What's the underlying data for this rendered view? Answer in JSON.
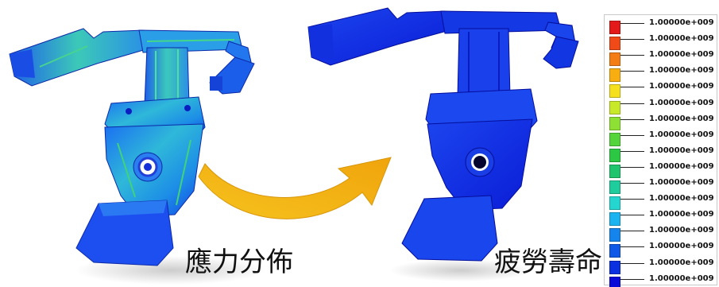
{
  "captions": {
    "stress": "應力分佈",
    "fatigue": "疲勞壽命"
  },
  "legend": {
    "labels": [
      "1.00000e+009",
      "1.00000e+009",
      "1.00000e+009",
      "1.00000e+009",
      "1.00000e+009",
      "1.00000e+009",
      "1.00000e+009",
      "1.00000e+009",
      "1.00000e+009",
      "1.00000e+009",
      "1.00000e+009",
      "1.00000e+009",
      "1.00000e+009",
      "1.00000e+009",
      "1.00000e+009",
      "1.00000e+009",
      "1.00000e+009"
    ],
    "colors": [
      "#e41a1a",
      "#ef4a18",
      "#f47c15",
      "#f8ae10",
      "#f5e020",
      "#c8e82a",
      "#8ee034",
      "#52d43a",
      "#2cc843",
      "#20c46c",
      "#1fcc9c",
      "#24d6cf",
      "#1cb4f0",
      "#1584ec",
      "#1059e6",
      "#0a30e0",
      "#0a0ad8"
    ]
  },
  "colors": {
    "arrow": "#f4b312",
    "model_blue": "#1036e6",
    "model_dark_blue": "#0716d2",
    "stress_green": "#3fd36b"
  }
}
